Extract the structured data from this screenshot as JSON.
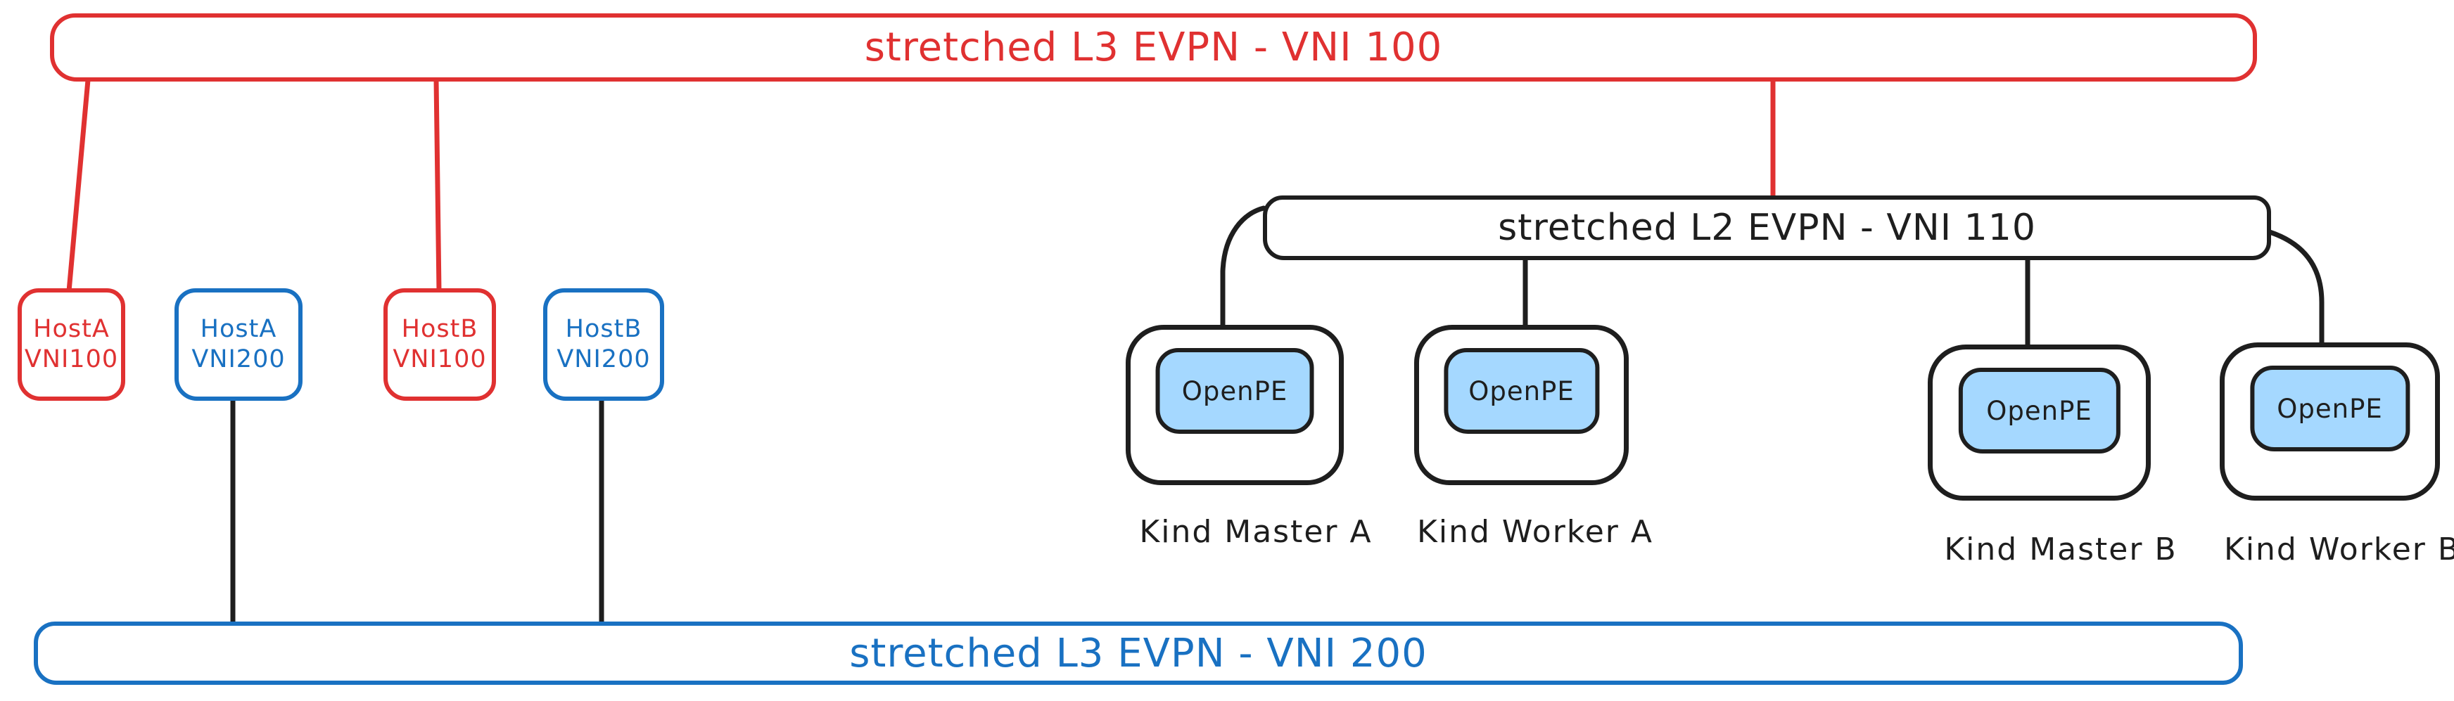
{
  "colors": {
    "red": "#e03131",
    "blue": "#1971c2",
    "ink": "#1e1e1e",
    "pe_fill": "#a5d8ff",
    "canvas_bg": "#ffffff"
  },
  "buses": {
    "top": {
      "label": "stretched L3 EVPN - VNI 100"
    },
    "l2": {
      "label": "stretched L2 EVPN - VNI 110"
    },
    "bottom": {
      "label": "stretched L3 EVPN - VNI 200"
    }
  },
  "hosts": [
    {
      "line1": "HostA",
      "line2": "VNI100"
    },
    {
      "line1": "HostA",
      "line2": "VNI200"
    },
    {
      "line1": "HostB",
      "line2": "VNI100"
    },
    {
      "line1": "HostB",
      "line2": "VNI200"
    }
  ],
  "pe_nodes": [
    {
      "label": "OpenPE",
      "caption": "Kind Master A"
    },
    {
      "label": "OpenPE",
      "caption": "Kind Worker A"
    },
    {
      "label": "OpenPE",
      "caption": "Kind Master B"
    },
    {
      "label": "OpenPE",
      "caption": "Kind Worker B"
    }
  ]
}
